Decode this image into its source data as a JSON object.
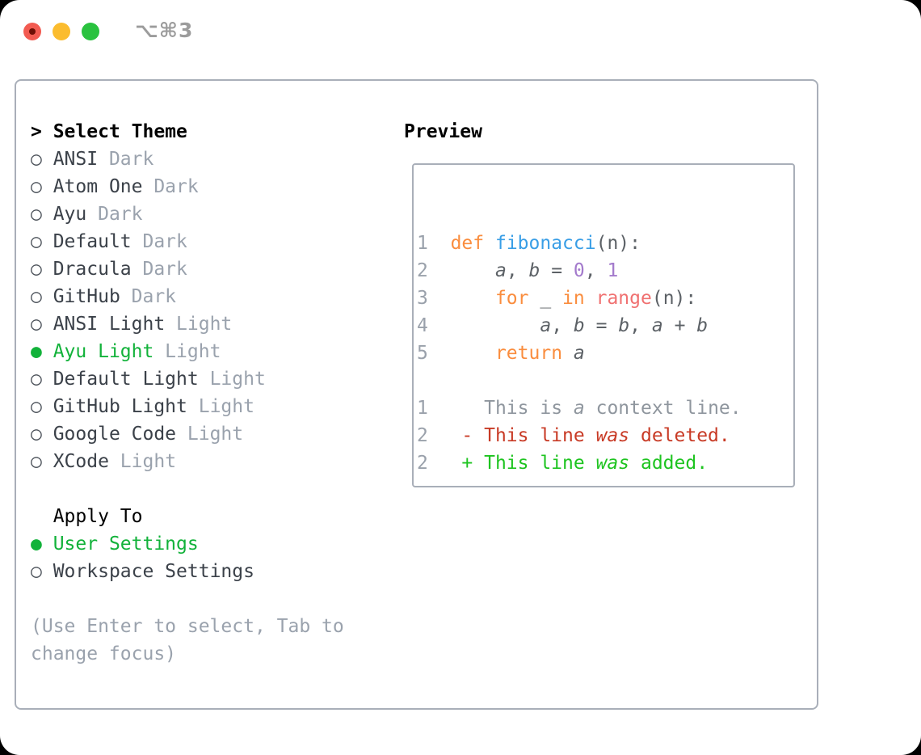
{
  "window": {
    "title": "⌥⌘3",
    "traffic_lights": {
      "close_color": "#f25b51",
      "minimize_color": "#fbbc2e",
      "zoom_color": "#2ac23f"
    }
  },
  "markers": {
    "header": ">",
    "selected": "●",
    "unselected": "○"
  },
  "theme_selector": {
    "header": "Select Theme",
    "items": [
      {
        "label": "ANSI",
        "variant": "Dark",
        "selected": false
      },
      {
        "label": "Atom One",
        "variant": "Dark",
        "selected": false
      },
      {
        "label": "Ayu",
        "variant": "Dark",
        "selected": false
      },
      {
        "label": "Default",
        "variant": "Dark",
        "selected": false
      },
      {
        "label": "Dracula",
        "variant": "Dark",
        "selected": false
      },
      {
        "label": "GitHub",
        "variant": "Dark",
        "selected": false
      },
      {
        "label": "ANSI Light",
        "variant": "Light",
        "selected": false
      },
      {
        "label": "Ayu Light",
        "variant": "Light",
        "selected": true
      },
      {
        "label": "Default Light",
        "variant": "Light",
        "selected": false
      },
      {
        "label": "GitHub Light",
        "variant": "Light",
        "selected": false
      },
      {
        "label": "Google Code",
        "variant": "Light",
        "selected": false
      },
      {
        "label": "XCode",
        "variant": "Light",
        "selected": false
      }
    ]
  },
  "apply_to": {
    "header": "Apply To",
    "options": [
      {
        "label": "User Settings",
        "selected": true
      },
      {
        "label": "Workspace Settings",
        "selected": false
      }
    ]
  },
  "help": {
    "lines": [
      "(Use Enter to select, Tab to",
      "change focus)"
    ]
  },
  "preview": {
    "header": "Preview",
    "lines": [
      {
        "name": "blank-line",
        "tokens": []
      },
      {
        "name": "code-line-1",
        "tokens": [
          {
            "t": "1",
            "c": "num"
          },
          {
            "t": "  ",
            "c": "fg"
          },
          {
            "t": "def",
            "c": "kw"
          },
          {
            "t": " ",
            "c": "fg"
          },
          {
            "t": "fibonacci",
            "c": "fn"
          },
          {
            "t": "(n):",
            "c": "fg"
          }
        ]
      },
      {
        "name": "code-line-2",
        "tokens": [
          {
            "t": "2",
            "c": "num"
          },
          {
            "t": "      ",
            "c": "fg"
          },
          {
            "t": "a",
            "c": "fg",
            "i": true
          },
          {
            "t": ", ",
            "c": "fg"
          },
          {
            "t": "b",
            "c": "fg",
            "i": true
          },
          {
            "t": " = ",
            "c": "fg"
          },
          {
            "t": "0",
            "c": "const"
          },
          {
            "t": ", ",
            "c": "fg"
          },
          {
            "t": "1",
            "c": "const"
          }
        ]
      },
      {
        "name": "code-line-3",
        "tokens": [
          {
            "t": "3",
            "c": "num"
          },
          {
            "t": "      ",
            "c": "fg"
          },
          {
            "t": "for",
            "c": "kw"
          },
          {
            "t": " _ ",
            "c": "fg"
          },
          {
            "t": "in",
            "c": "kw"
          },
          {
            "t": " ",
            "c": "fg"
          },
          {
            "t": "range",
            "c": "special"
          },
          {
            "t": "(n):",
            "c": "fg"
          }
        ]
      },
      {
        "name": "code-line-4",
        "tokens": [
          {
            "t": "4",
            "c": "num"
          },
          {
            "t": "          ",
            "c": "fg"
          },
          {
            "t": "a",
            "c": "fg",
            "i": true
          },
          {
            "t": ", ",
            "c": "fg"
          },
          {
            "t": "b",
            "c": "fg",
            "i": true
          },
          {
            "t": " = ",
            "c": "fg"
          },
          {
            "t": "b",
            "c": "fg",
            "i": true
          },
          {
            "t": ", ",
            "c": "fg"
          },
          {
            "t": "a",
            "c": "fg",
            "i": true
          },
          {
            "t": " + ",
            "c": "fg"
          },
          {
            "t": "b",
            "c": "fg",
            "i": true
          }
        ]
      },
      {
        "name": "code-line-5",
        "tokens": [
          {
            "t": "5",
            "c": "num"
          },
          {
            "t": "      ",
            "c": "fg"
          },
          {
            "t": "return",
            "c": "kw"
          },
          {
            "t": " ",
            "c": "fg"
          },
          {
            "t": "a",
            "c": "fg",
            "i": true
          }
        ]
      },
      {
        "name": "blank-line",
        "tokens": []
      },
      {
        "name": "diff-context-line",
        "tokens": [
          {
            "t": "1",
            "c": "num"
          },
          {
            "t": "     ",
            "c": "gray"
          },
          {
            "t": "This is ",
            "c": "gray"
          },
          {
            "t": "a",
            "c": "gray",
            "i": true
          },
          {
            "t": " context line.",
            "c": "gray"
          }
        ]
      },
      {
        "name": "diff-deleted-line",
        "tokens": [
          {
            "t": "2",
            "c": "num"
          },
          {
            "t": "   ",
            "c": "fg"
          },
          {
            "t": "- This line ",
            "c": "del"
          },
          {
            "t": "was",
            "c": "del",
            "i": true
          },
          {
            "t": " deleted.",
            "c": "del"
          }
        ]
      },
      {
        "name": "diff-added-line",
        "tokens": [
          {
            "t": "2",
            "c": "num"
          },
          {
            "t": "   ",
            "c": "fg"
          },
          {
            "t": "+ This line ",
            "c": "add"
          },
          {
            "t": "was",
            "c": "add",
            "i": true
          },
          {
            "t": " added.",
            "c": "add"
          }
        ]
      }
    ]
  },
  "colors": {
    "selection_green": "#12b23a",
    "item_text": "#3b4149",
    "secondary_gray": "#9aa2ad",
    "panel_border": "#a9afb9",
    "tokens": {
      "num": "#9aa1ab",
      "gray": "#8f969e",
      "fg": "#5c6166",
      "kw": "#fa8d3e",
      "fn": "#399ee6",
      "const": "#a37acc",
      "special": "#f07171",
      "del": "#c83a25",
      "add": "#1ec420"
    }
  }
}
